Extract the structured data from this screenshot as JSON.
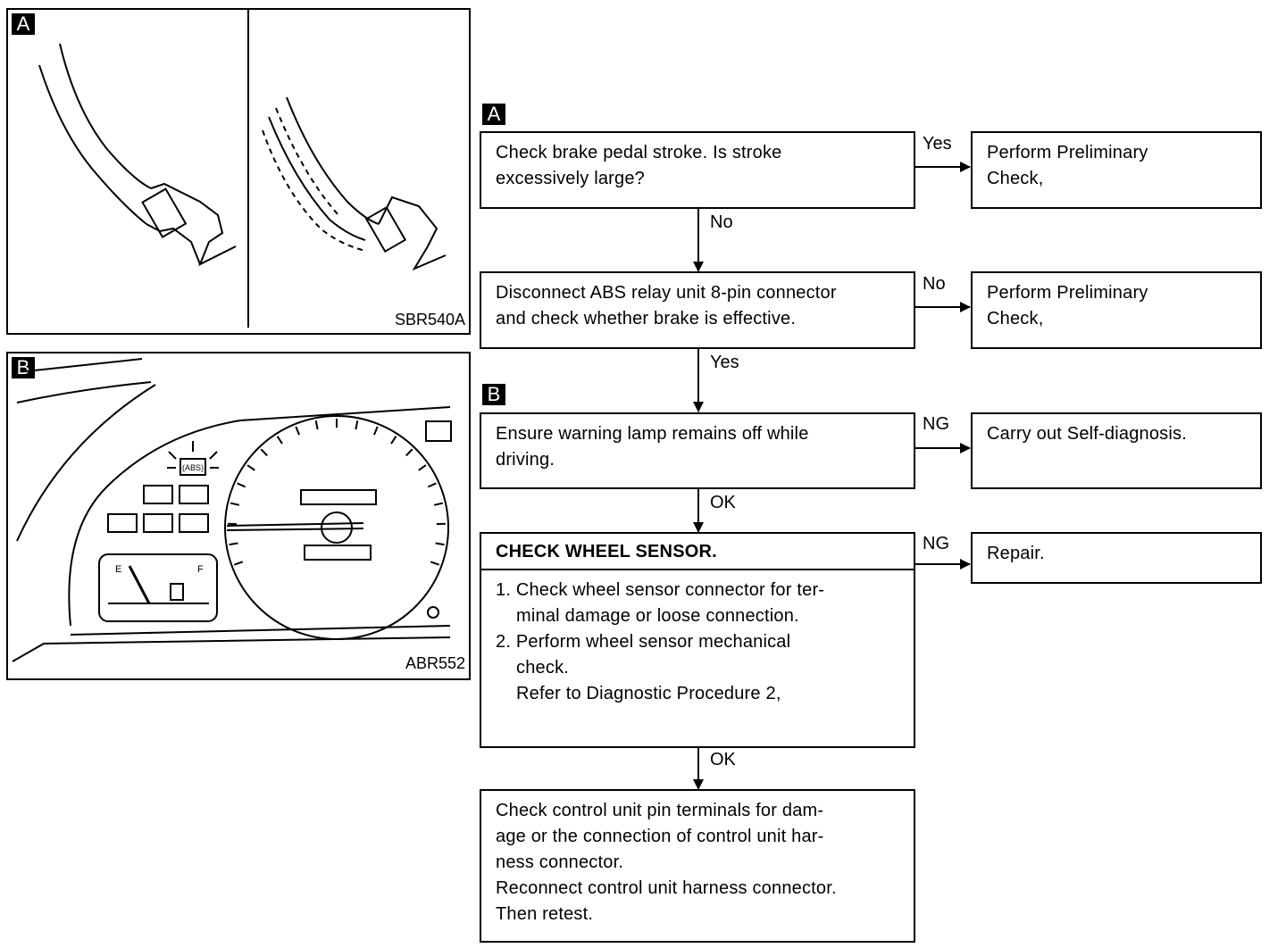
{
  "figure_a": {
    "tag": "A",
    "code": "SBR540A"
  },
  "figure_b": {
    "tag": "B",
    "code": "ABR552",
    "gauge_letters": {
      "empty": "E",
      "full": "F"
    }
  },
  "flow": {
    "tag_a": "A",
    "tag_b": "B",
    "step1": {
      "lines": [
        "Check brake pedal stroke. Is stroke",
        "excessively large?"
      ]
    },
    "step1_yes": {
      "label": "Yes",
      "lines": [
        "Perform Preliminary",
        "Check,"
      ]
    },
    "step1_no_label": "No",
    "step2": {
      "lines": [
        "Disconnect ABS relay unit 8-pin connector",
        "and check whether brake is effective."
      ]
    },
    "step2_no": {
      "label": "No",
      "lines": [
        "Perform Preliminary",
        "Check,"
      ]
    },
    "step2_yes_label": "Yes",
    "step3": {
      "lines": [
        "Ensure warning lamp remains off while",
        "driving."
      ]
    },
    "step3_ng": {
      "label": "NG",
      "lines": [
        "Carry out Self-diagnosis."
      ]
    },
    "step3_ok_label": "OK",
    "step4": {
      "header": "CHECK WHEEL SENSOR.",
      "lines": [
        "1. Check wheel sensor connector for ter-",
        "    minal damage or loose connection.",
        "2. Perform wheel sensor mechanical",
        "    check.",
        "    Refer to Diagnostic Procedure 2,"
      ]
    },
    "step4_ng": {
      "label": "NG",
      "lines": [
        "Repair."
      ]
    },
    "step4_ok_label": "OK",
    "step5": {
      "lines": [
        "Check control unit pin terminals for dam-",
        "age or the connection of control unit har-",
        "ness connector.",
        "Reconnect control unit harness connector.",
        "Then retest."
      ]
    }
  }
}
